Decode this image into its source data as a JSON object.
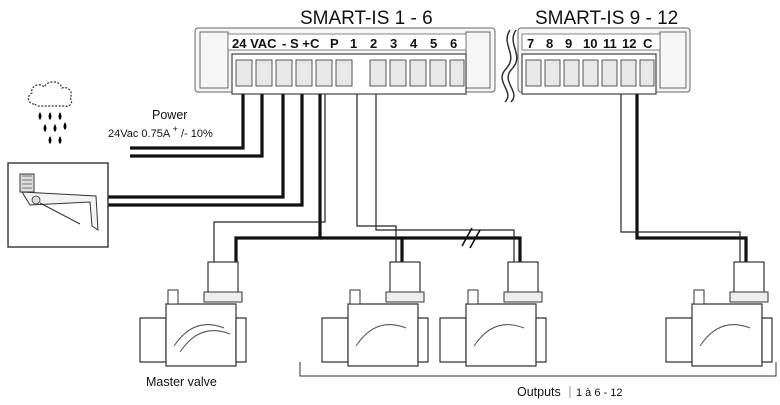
{
  "title_left": "SMART-IS 1 - 6",
  "title_right": "SMART-IS 9 - 12",
  "terminals_left": [
    "24 VAC",
    "- S +",
    "C",
    "P",
    "1",
    "2",
    "3",
    "4",
    "5",
    "6"
  ],
  "terminals_right": [
    "7",
    "8",
    "9",
    "10",
    "11",
    "12",
    "C"
  ],
  "power": {
    "label": "Power",
    "spec_prefix": "24Vac 0.75A",
    "spec_sup": "+",
    "spec_mid": "/- 10%"
  },
  "master_valve_label": "Master valve",
  "outputs": {
    "label": "Outputs",
    "range": "1 à 6 - 12"
  },
  "colors": {
    "wire": "#111111",
    "outline": "#444444",
    "rain": "#000000"
  },
  "icons": [
    "rain-cloud-icon",
    "rain-sensor-icon",
    "solenoid-valve-icon"
  ]
}
